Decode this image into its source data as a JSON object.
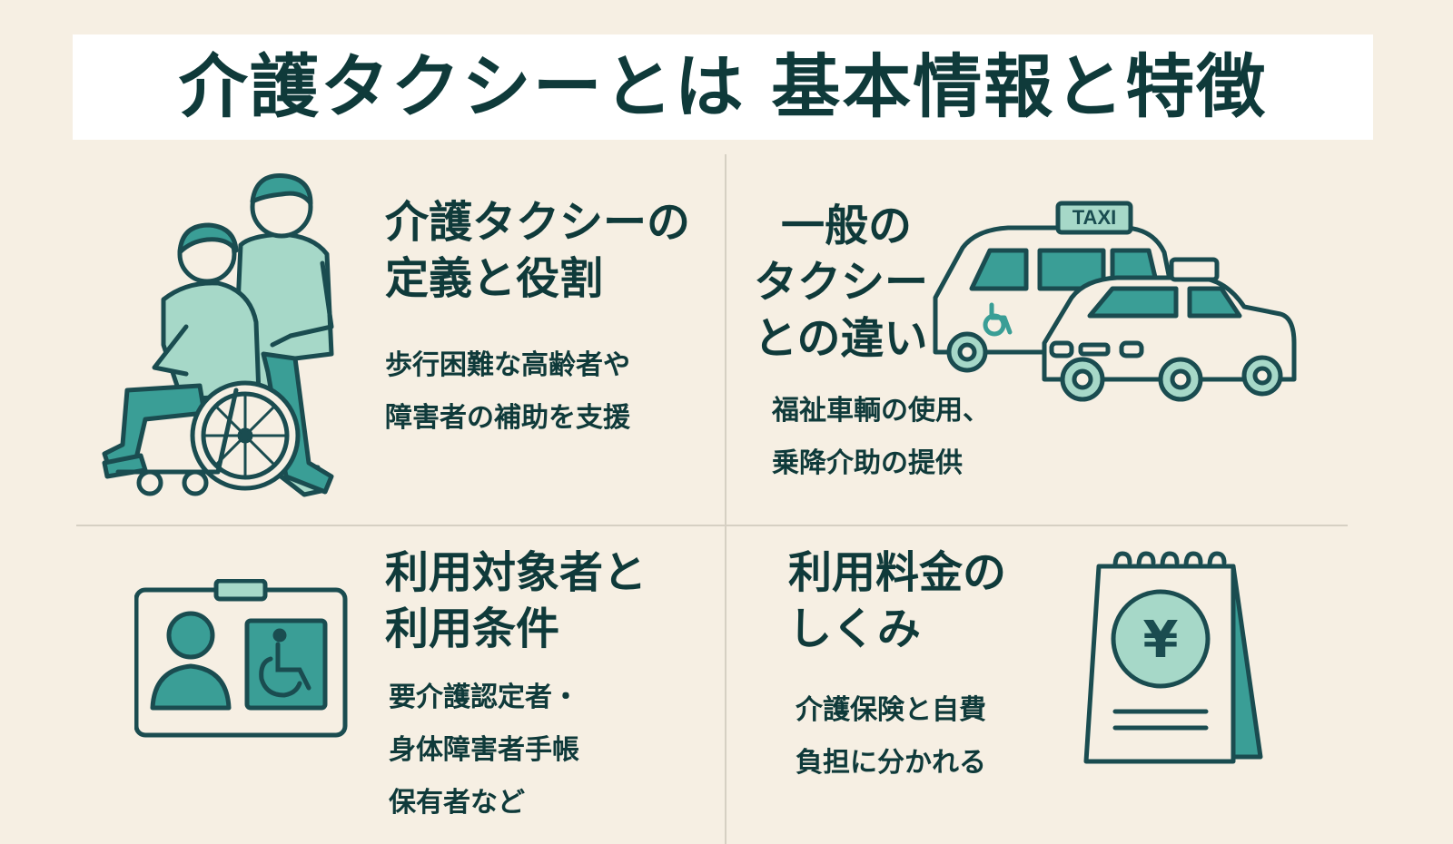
{
  "title": "介護タクシーとは 基本情報と特徴",
  "sections": {
    "definition": {
      "title_lines": [
        "介護タクシーの",
        "定義と役割"
      ],
      "desc_lines": [
        "歩行困難な高齢者や",
        "障害者の補助を支援"
      ],
      "illustration": "caregiver-wheelchair-icon"
    },
    "difference": {
      "title_lines": [
        "一般の",
        "タクシー",
        "との違い"
      ],
      "desc_lines": [
        "福祉車輌の使用、",
        "乗降介助の提供"
      ],
      "taxi_sign": "TAXI",
      "illustration": "taxi-cars-icon"
    },
    "eligibility": {
      "title_lines": [
        "利用対象者と",
        "利用条件"
      ],
      "desc_lines": [
        "要介護認定者・",
        "身体障害者手帳",
        "保有者など"
      ],
      "illustration": "id-card-icon"
    },
    "fees": {
      "title_lines": [
        "利用料金の",
        "しくみ"
      ],
      "desc_lines": [
        "介護保険と自費",
        "負担に分かれる"
      ],
      "currency_symbol": "¥",
      "illustration": "calendar-yen-icon"
    }
  },
  "colors": {
    "background": "#F6EFE3",
    "text": "#0F3A3A",
    "teal": "#3A9E96",
    "teal_light": "#A6D8C8",
    "line": "#1A4C50",
    "title_bg": "#FFFFFF"
  }
}
